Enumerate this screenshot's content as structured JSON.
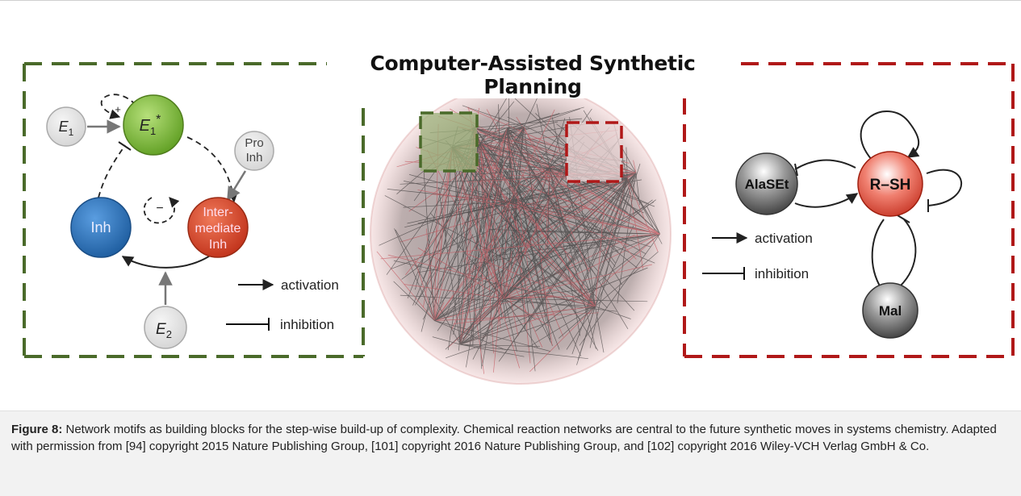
{
  "title": "Computer-Assisted Synthetic Planning",
  "left_panel": {
    "node_e1": "E",
    "node_e1_sub": "1",
    "node_e1star": "E",
    "node_e1star_sub": "1",
    "node_e1star_sup": "*",
    "node_proinh_line1": "Pro",
    "node_proinh_line2": "Inh",
    "node_inh": "Inh",
    "node_intermediate_line1": "Inter-",
    "node_intermediate_line2": "mediate",
    "node_intermediate_line3": "Inh",
    "node_e2": "E",
    "node_e2_sub": "2",
    "plus_sign": "+",
    "minus_sign": "−",
    "legend_activation": "activation",
    "legend_inhibition": "inhibition"
  },
  "right_panel": {
    "node_alaset": "AlaSEt",
    "node_rsh": "R–SH",
    "node_mal": "Mal",
    "legend_activation": "activation",
    "legend_inhibition": "inhibition"
  },
  "colors": {
    "green_dash": "#4a6a2a",
    "red_dash": "#b01818",
    "green_node": "#7cbd3a",
    "blue_node": "#2d74b5",
    "red_node": "#d8452a",
    "grey_node": "#e3e3e3"
  },
  "caption": {
    "label": "Figure 8:",
    "text": " Network motifs as building blocks for the step-wise build-up of complexity. Chemical reaction networks are central to the future synthetic moves in systems chemistry. Adapted with permission from [94] copyright 2015 Nature Publishing Group, [101] copyright 2016 Nature Publishing Group, and [102] copyright 2016 Wiley-VCH Verlag GmbH & Co."
  }
}
